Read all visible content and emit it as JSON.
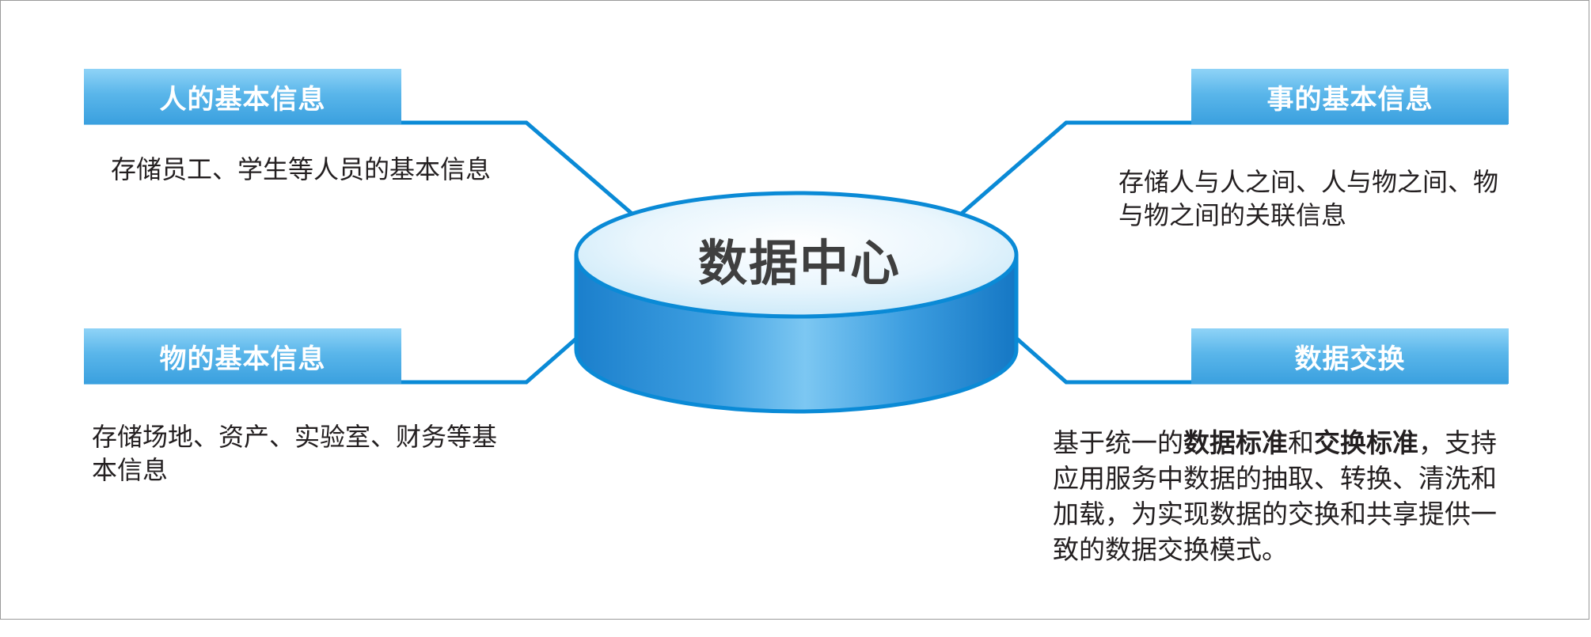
{
  "center": {
    "title": "数据中心"
  },
  "nodes": {
    "top_left": {
      "title": "人的基本信息",
      "desc": "存储员工、学生等人员的基本信息"
    },
    "top_right": {
      "title": "事的基本信息",
      "desc": "存储人与人之间、人与物之间、物与物之间的关联信息"
    },
    "bottom_left": {
      "title": "物的基本信息",
      "desc": "存储场地、资产、实验室、财务等基本信息"
    },
    "bottom_right": {
      "title": "数据交换",
      "desc_parts": [
        "基于统一的",
        "数据标准",
        "和",
        "交换标准",
        "，支持应用服务中数据的抽取、转换、清洗和加载，为实现数据的交换和共享提供一致的数据交换模式。"
      ]
    }
  },
  "colors": {
    "accent": "#0a8ad6",
    "tag_top": "#8fd3f7",
    "tag_bottom": "#3aa0df",
    "text": "#231f20",
    "title_text": "#3f3f3f"
  }
}
